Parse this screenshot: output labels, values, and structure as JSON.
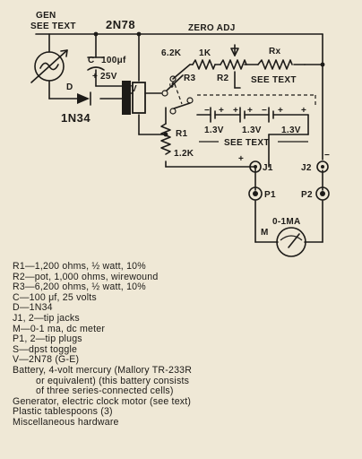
{
  "schematic": {
    "gen_label": "GEN",
    "gen_note": "SEE TEXT",
    "transistor_label": "2N78",
    "zero_adj": "ZERO ADJ",
    "c_label": "C",
    "c_value": "100μf",
    "c_voltage": "25V",
    "d_label": "D",
    "diode_label": "1N34",
    "v_label": "V",
    "r3_value": "6.2K",
    "r3_label": "R3",
    "r2_value": "1K",
    "r2_label": "R2",
    "rx_label": "Rx",
    "rx_note": "SEE TEXT",
    "s_label": "S",
    "r1_label": "R1",
    "r1_value": "1.2K",
    "cell_1": "1.3V",
    "cell_2": "1.3V",
    "cell_3": "1.3V",
    "battery_note": "SEE TEXT",
    "j1_label": "J1",
    "j2_label": "J2",
    "p1_label": "P1",
    "p2_label": "P2",
    "meter_range": "0-1MA",
    "m_label": "M"
  },
  "parts": [
    "R1—1,200 ohms, ½ watt, 10%",
    "R2—pot, 1,000 ohms, wirewound",
    "R3—6,200 ohms, ½ watt, 10%",
    "C—100 μf, 25 volts",
    "D—1N34",
    "J1, 2—tip jacks",
    "M—0-1 ma, dc meter",
    "P1, 2—tip plugs",
    "S—dpst toggle",
    "V—2N78 (G-E)",
    "Battery, 4-volt mercury (Mallory TR-233R",
    "or equivalent) (this battery consists",
    "of three series-connected cells)",
    "Generator, electric clock motor (see text)",
    "Plastic tablespoons (3)",
    "Miscellaneous hardware"
  ]
}
